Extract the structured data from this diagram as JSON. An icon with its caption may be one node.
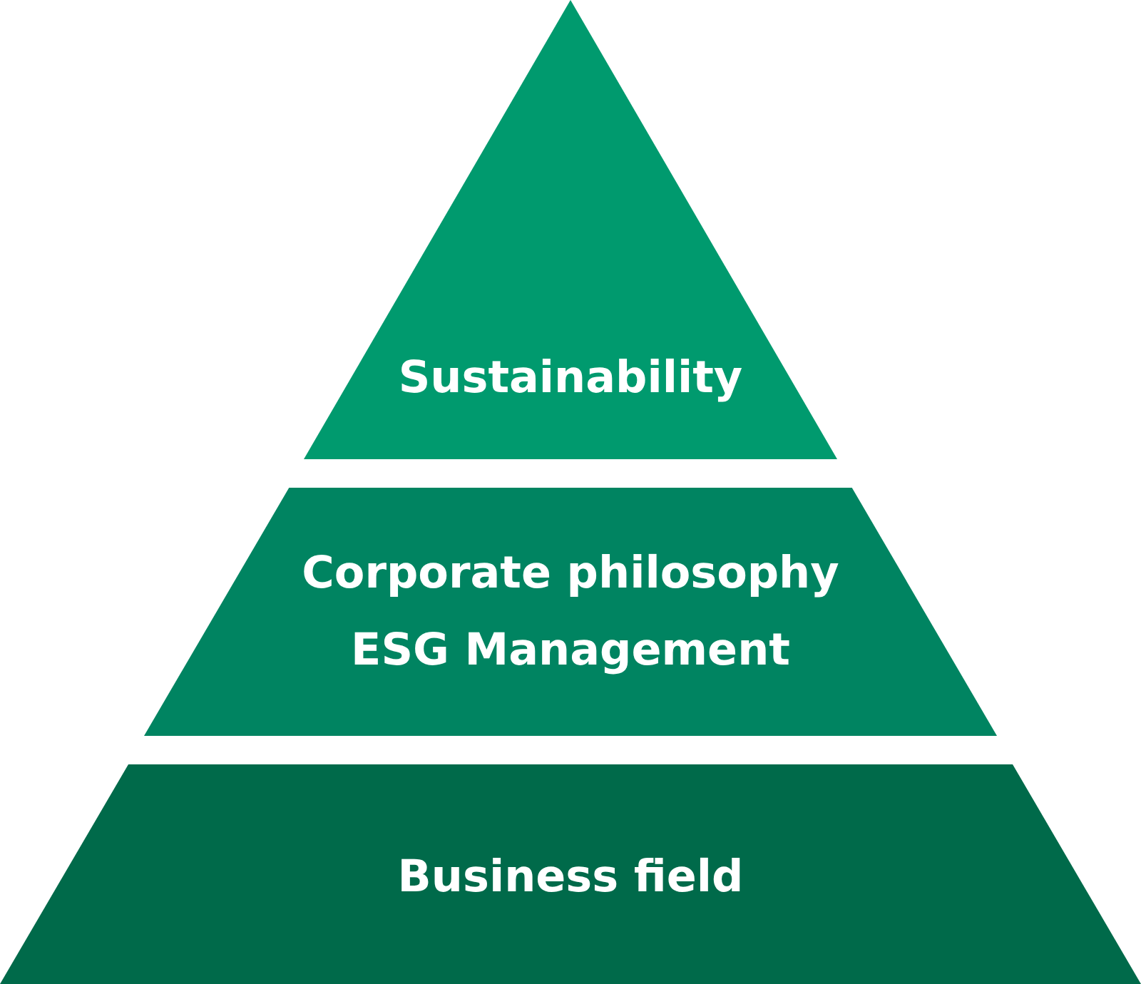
{
  "diagram": {
    "nodes": [
      {
        "text": [
          "Sustainability"
        ]
      },
      {
        "text": [
          "Corporate philosophy",
          "ESG Management"
        ]
      },
      {
        "text": [
          "Business field"
        ]
      }
    ]
  }
}
